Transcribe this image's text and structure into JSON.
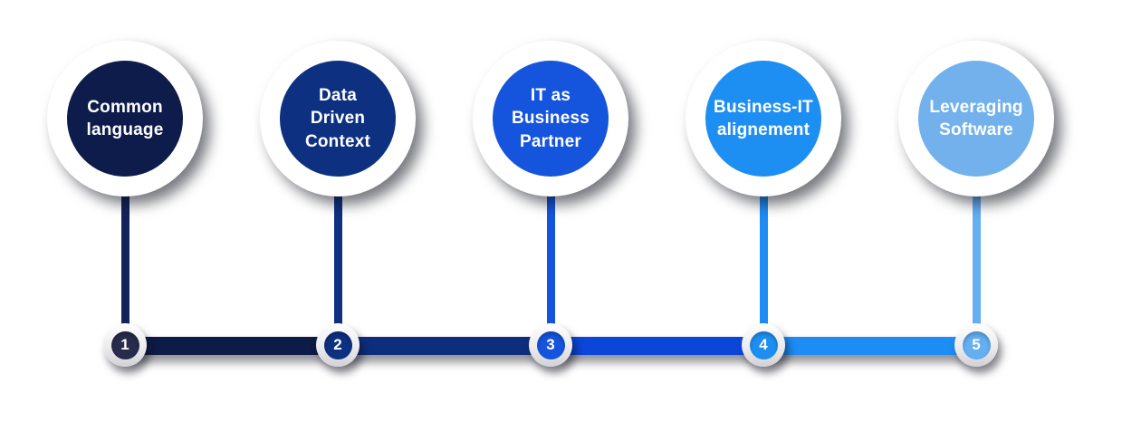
{
  "diagram": {
    "type": "horizontal-step-timeline-infographic",
    "step_count": 5,
    "background_color": "#FFFFFF",
    "text_color": "#FFFFFF"
  },
  "steps": [
    {
      "number": "1",
      "label": "Common language",
      "lines": [
        "Common",
        "language",
        ""
      ],
      "circle_color": "#0D1C4B",
      "connector_color": "#14235C",
      "node_color": "#272C4C"
    },
    {
      "number": "2",
      "label": "Data Driven Context",
      "lines": [
        "Data",
        "Driven",
        "Context"
      ],
      "circle_color": "#0E3080",
      "connector_color": "#103080",
      "node_color": "#0E3080"
    },
    {
      "number": "3",
      "label": "IT as Business Partner",
      "lines": [
        "IT as",
        "Business",
        "Partner"
      ],
      "circle_color": "#1554DC",
      "connector_color": "#1554DC",
      "node_color": "#1554DC"
    },
    {
      "number": "4",
      "label": "Business-IT alignement",
      "lines": [
        "Business-IT",
        "alignement",
        ""
      ],
      "circle_color": "#1E8FF2",
      "connector_color": "#1E8CF5",
      "node_color": "#1E8FF2"
    },
    {
      "number": "5",
      "label": "Leveraging Software",
      "lines": [
        "Leveraging",
        "Software",
        ""
      ],
      "circle_color": "#73B1ED",
      "connector_color": "#64AEF2",
      "node_color": "#64AEF2"
    }
  ],
  "timeline": {
    "segments": [
      {
        "from": "1",
        "to": "2",
        "color": "#0D1B47"
      },
      {
        "from": "2",
        "to": "3",
        "color": "#0D2E7C"
      },
      {
        "from": "3",
        "to": "4",
        "color": "#0B46D8"
      },
      {
        "from": "4",
        "to": "5",
        "color": "#1E8CF5"
      }
    ]
  }
}
